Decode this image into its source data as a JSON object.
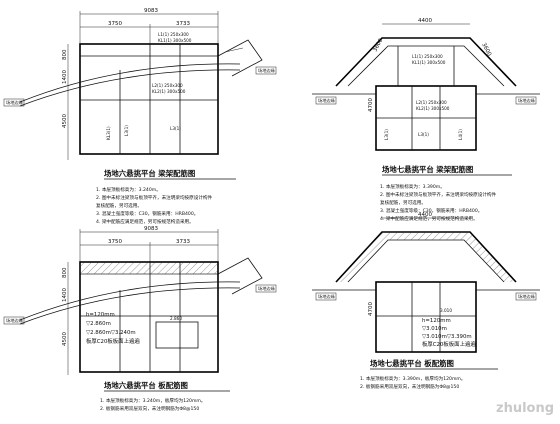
{
  "watermark": "zhulong",
  "panels": {
    "p1": {
      "title": "场地六悬挑平台  梁架配筋图",
      "dim_total": "9083",
      "dim_left": "3750",
      "dim_right": "3733",
      "dim_v1": "800",
      "dim_v2": "1400",
      "dim_v3": "4500",
      "ext_label": "场地边缘",
      "beam_labels": [
        "L1(1) 250x300",
        "KL1(1) 300x500",
        "L2(1) 250x300",
        "KL2(1) 300x500",
        "L3(1)",
        "KL3(1)"
      ],
      "notes": [
        "1. 本层顶板标高为：3.240m。",
        "2. 图中未标注梁顶与板顶平齐，未注明梁均按原设计构件",
        "   复核配筋，另可选用。",
        "3. 混凝土强度等级：C30，钢筋采用：HRB400。",
        "4. 梁中配筋应满足规范，另可按规范构造采用。"
      ]
    },
    "p2": {
      "title": "场地七悬挑平台  梁架配筋图",
      "dim_total": "4400",
      "dim_l": "3600",
      "dim_r": "3600",
      "dim_v1": "4700",
      "ext_label_left": "场地边缘",
      "ext_label_right": "场地边缘",
      "beam_labels": [
        "L1(1) 250x300",
        "KL1(1) 300x500",
        "L2(1) 250x300",
        "KL2(1) 300x500",
        "L3(1)",
        "L4(1)"
      ],
      "notes": [
        "1. 本层顶板标高为：3.390m。",
        "2. 图中未标注梁顶与板顶平齐，未注明梁均按原设计构件",
        "   复核配筋，另可选用。",
        "3. 混凝土强度等级：C30，钢筋采用：HRB400。",
        "4. 梁中配筋应满足规范，另可按规范构造采用。"
      ]
    },
    "p3": {
      "title": "场地六悬挑平台  板配筋图",
      "dim_total": "9083",
      "dim_left": "3750",
      "dim_right": "3733",
      "dim_v1": "800",
      "dim_v2": "1400",
      "dim_v3": "4500",
      "ext_label": "场地边缘",
      "slab_h": "h=120mm",
      "elev_a": "▽2.860m",
      "elev_b": "▽2.860m▽3.240m",
      "slab_conc": "板厚C20板板面上遍遍",
      "small_elev": "2.860",
      "notes": [
        "1. 本层顶板标高为：3.240m，板厚均为120mm。",
        "2. 板钢筋采用双层双向，未注明钢筋为Φ8@150"
      ]
    },
    "p4": {
      "title": "场地七悬挑平台  板配筋图",
      "dim_total": "4400",
      "dim_v1": "4700",
      "ext_label_left": "场地边缘",
      "ext_label_right": "场地边缘",
      "slab_h": "h=120mm",
      "elev_a": "▽3.010m",
      "elev_b": "▽3.010m▽3.390m",
      "slab_conc": "板厚C20板板面上遍遍",
      "small_elev": "3.010",
      "notes": [
        "1. 本层顶板标高为：3.390m，板厚均为120mm。",
        "2. 板钢筋采用双层双向，未注明钢筋为Φ8@150"
      ]
    }
  }
}
